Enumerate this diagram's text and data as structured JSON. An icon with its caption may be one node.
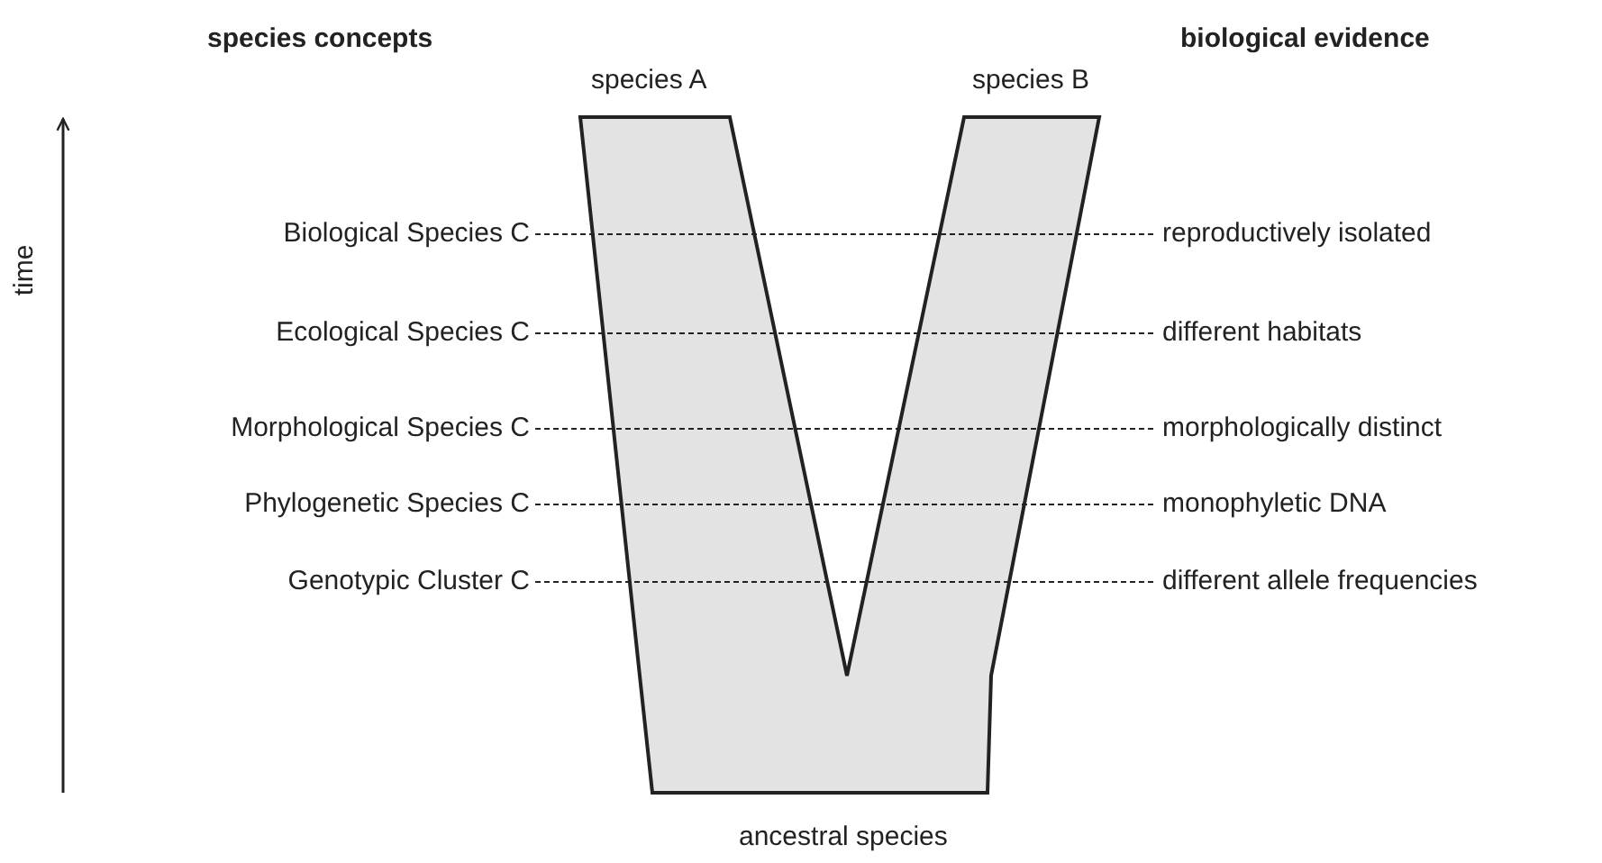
{
  "diagram": {
    "nodes": [
      {
        "text": [
          "Biological Species C"
        ]
      },
      {
        "text": [
          "Ecological Species C"
        ]
      },
      {
        "text": [
          "Morphological Species C"
        ]
      },
      {
        "text": [
          "Phylogenetic Species C"
        ]
      },
      {
        "text": [
          "Genotypic Cluster C"
        ]
      },
      {
        "text": [
          "reproductively isolated"
        ]
      },
      {
        "text": [
          "different habitats"
        ]
      },
      {
        "text": [
          "morphologically distinct"
        ]
      },
      {
        "text": [
          "monophyletic DNA"
        ]
      },
      {
        "text": [
          "different allele frequencies"
        ]
      }
    ],
    "edges": [
      {
        "from": 0,
        "to": 5,
        "arrow": "none",
        "style": "dashed"
      },
      {
        "from": 1,
        "to": 6,
        "arrow": "none",
        "style": "dashed"
      },
      {
        "from": 2,
        "to": 7,
        "arrow": "none",
        "style": "dashed"
      },
      {
        "from": 3,
        "to": 8,
        "arrow": "none",
        "style": "dashed"
      },
      {
        "from": 4,
        "to": 9,
        "arrow": "none",
        "style": "dashed"
      }
    ],
    "labels": [
      "species concepts",
      "biological evidence",
      "species A",
      "species B",
      "time",
      "ancestral species"
    ]
  }
}
